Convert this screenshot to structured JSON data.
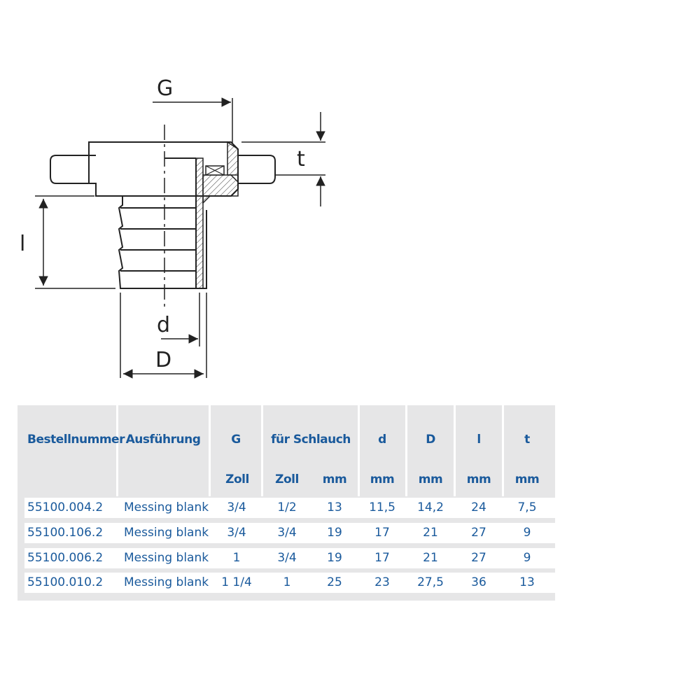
{
  "drawing": {
    "labels": {
      "G": "G",
      "t": "t",
      "l": "l",
      "d": "d",
      "D": "D"
    }
  },
  "table": {
    "headers": {
      "bestellnummer": "Bestellnummer",
      "ausfuehrung": "Ausführung",
      "g": "G",
      "fuer_schlauch": "für Schlauch",
      "d": "d",
      "D": "D",
      "l": "l",
      "t": "t"
    },
    "units": {
      "g": "Zoll",
      "schlauch_zoll": "Zoll",
      "schlauch_mm": "mm",
      "d": "mm",
      "D": "mm",
      "l": "mm",
      "t": "mm"
    },
    "rows": [
      {
        "bestellnummer": "55100.004.2",
        "ausfuehrung": "Messing blank",
        "g": "3/4",
        "schlauch_zoll": "1/2",
        "schlauch_mm": "13",
        "d": "11,5",
        "D": "14,2",
        "l": "24",
        "t": "7,5"
      },
      {
        "bestellnummer": "55100.106.2",
        "ausfuehrung": "Messing blank",
        "g": "3/4",
        "schlauch_zoll": "3/4",
        "schlauch_mm": "19",
        "d": "17",
        "D": "21",
        "l": "27",
        "t": "9"
      },
      {
        "bestellnummer": "55100.006.2",
        "ausfuehrung": "Messing blank",
        "g": "1",
        "schlauch_zoll": "3/4",
        "schlauch_mm": "19",
        "d": "17",
        "D": "21",
        "l": "27",
        "t": "9"
      },
      {
        "bestellnummer": "55100.010.2",
        "ausfuehrung": "Messing blank",
        "g": "1 1/4",
        "schlauch_zoll": "1",
        "schlauch_mm": "25",
        "d": "23",
        "D": "27,5",
        "l": "36",
        "t": "13"
      }
    ]
  }
}
